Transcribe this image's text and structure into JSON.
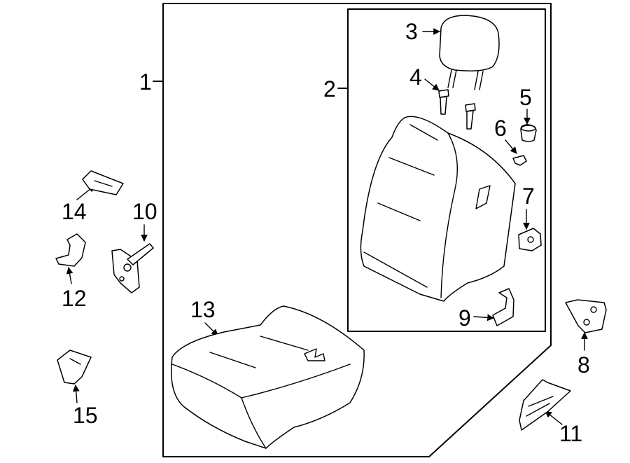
{
  "callouts": {
    "c1": "1",
    "c2": "2",
    "c3": "3",
    "c4": "4",
    "c5": "5",
    "c6": "6",
    "c7": "7",
    "c8": "8",
    "c9": "9",
    "c10": "10",
    "c11": "11",
    "c12": "12",
    "c13": "13",
    "c14": "14",
    "c15": "15"
  },
  "parts": {
    "headrest": "headrest-icon",
    "guide": "headrest-guide-icon",
    "cap": "cap-icon",
    "clip": "clip-icon",
    "seatback": "seat-back-icon",
    "recliner": "recliner-handle-icon",
    "bracket9": "bracket-icon",
    "cushion": "seat-cushion-icon",
    "latch": "latch-icon",
    "hinge": "hinge-icon",
    "adjuster": "track-adjuster-icon",
    "cover": "cover-icon",
    "handle": "release-handle-icon",
    "bracket12": "bracket-icon",
    "trim": "trim-cover-icon"
  }
}
